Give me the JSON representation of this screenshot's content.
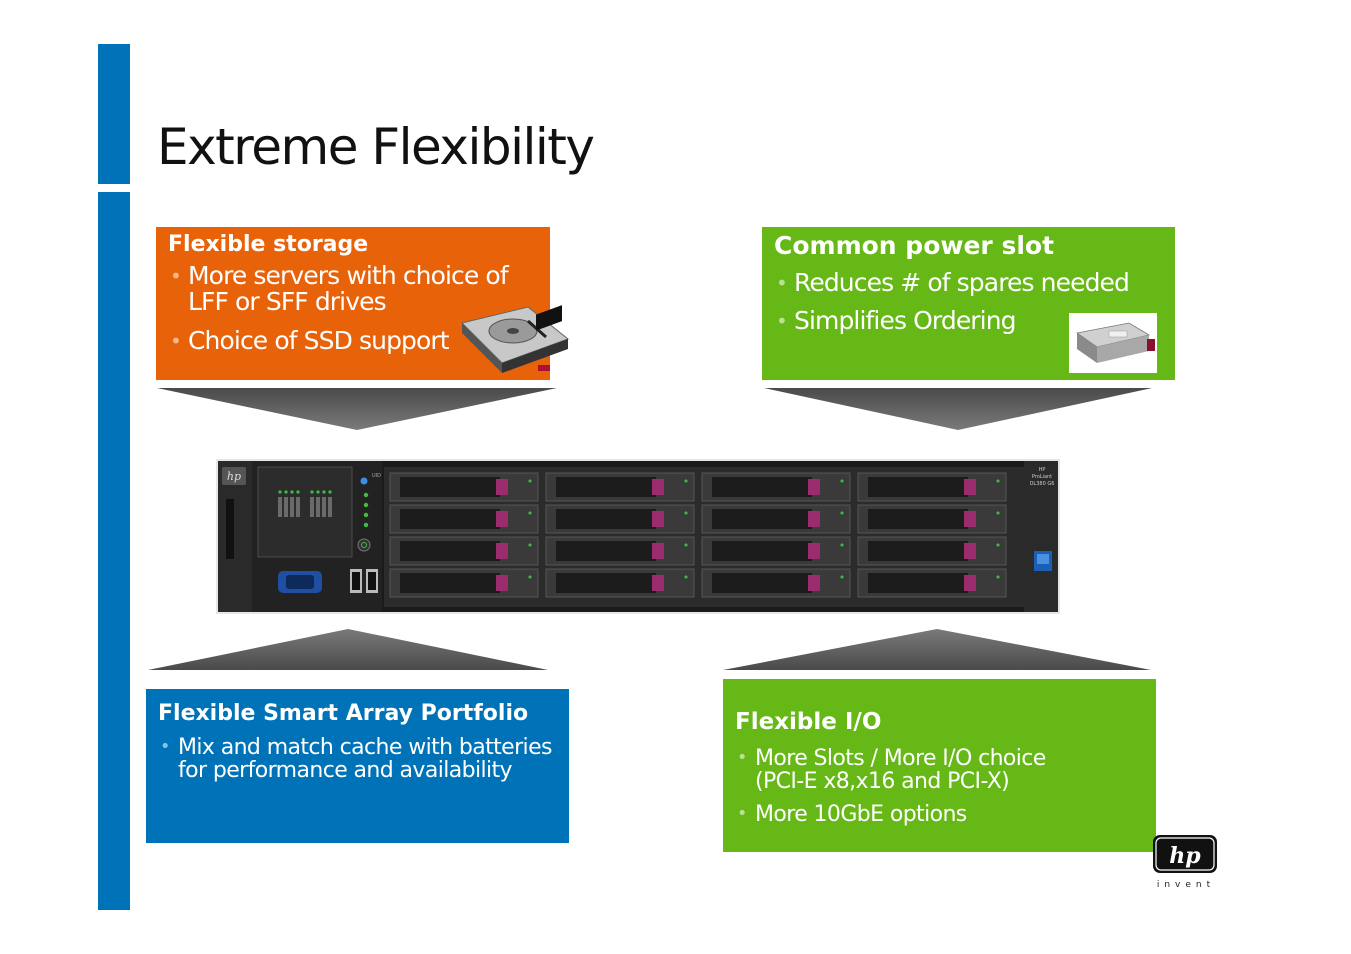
{
  "slide": {
    "title": "Extreme Flexibility",
    "accent_color": "#0073b8"
  },
  "boxes": {
    "storage": {
      "title": "Flexible storage",
      "color": "#e8620a",
      "bullets": [
        "More servers with choice of",
        "LFF or SFF drives",
        "Choice of SSD support"
      ],
      "image": "hard-drive-icon"
    },
    "power": {
      "title": "Common power slot",
      "color": "#66b817",
      "bullets": [
        "Reduces # of spares needed",
        "Simplifies Ordering"
      ],
      "image": "power-supply-icon"
    },
    "array": {
      "title": "Flexible Smart Array Portfolio",
      "color": "#0073b8",
      "bullets": [
        "Mix and match cache with batteries",
        "for performance and availability"
      ]
    },
    "io": {
      "title": "Flexible I/O",
      "color": "#66b817",
      "bullets": [
        "More Slots / More I/O choice",
        "(PCI-E x8,x16 and PCI-X)",
        "More 10GbE options"
      ]
    }
  },
  "server": {
    "image": "server-front-panel-icon",
    "model_label": [
      "HP",
      "ProLiant",
      "DL380 G6"
    ],
    "drive_bays": 16,
    "uid_label": "UID"
  },
  "logo": {
    "image": "hp-logo-icon",
    "tagline": "invent"
  }
}
